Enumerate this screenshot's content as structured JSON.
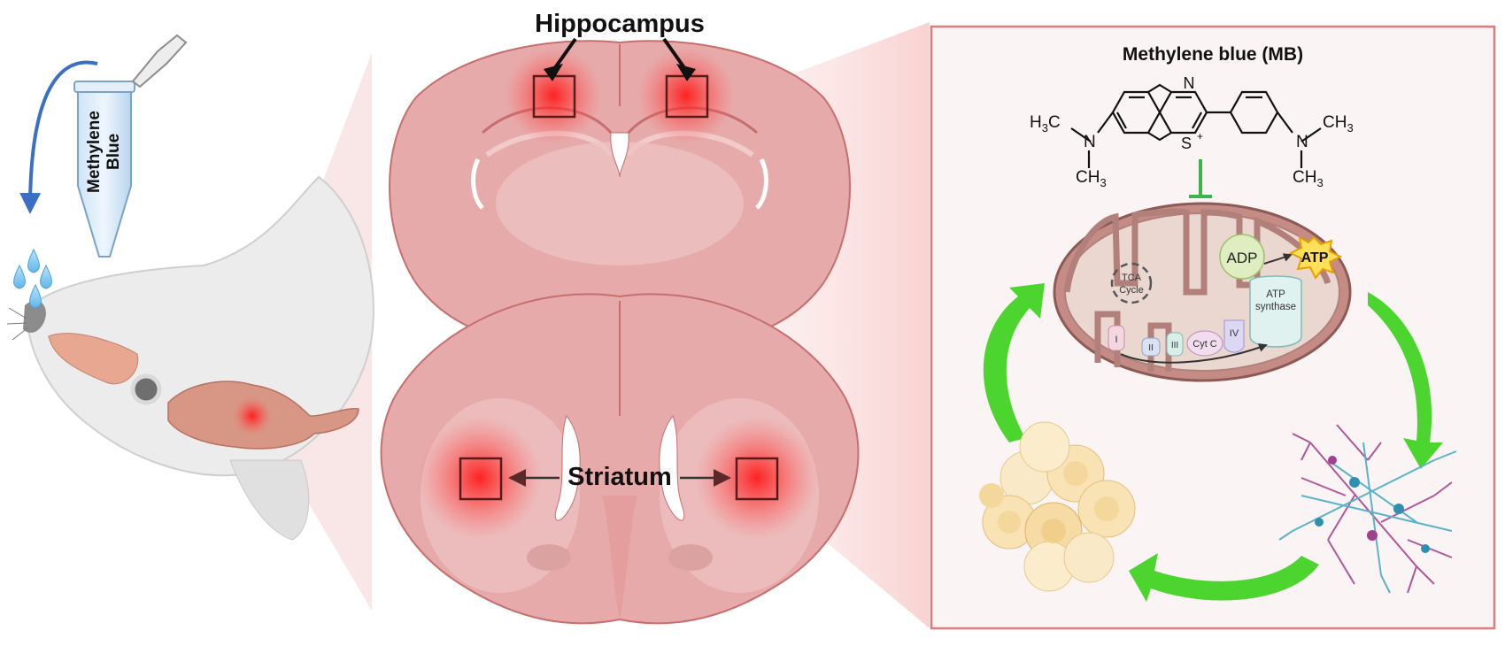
{
  "tube": {
    "label_line1": "Methylene",
    "label_line2": "Blue"
  },
  "brain": {
    "hippocampus_label": "Hippocampus",
    "striatum_label": "Striatum"
  },
  "panel": {
    "title": "Methylene blue (MB)",
    "molecule": {
      "ring_n": "N",
      "ring_s": "S",
      "ring_s_charge": "+",
      "left_group_top": "H",
      "left_group_top_sub": "3",
      "left_group_top_c": "C",
      "left_n": "N",
      "left_group_bottom_c": "CH",
      "left_group_bottom_sub": "3",
      "right_n": "N",
      "right_group_top": "CH",
      "right_group_top_sub": "3",
      "right_group_bottom": "CH",
      "right_group_bottom_sub": "3"
    },
    "mito": {
      "tca_line1": "TCA",
      "tca_line2": "Cycle",
      "adp": "ADP",
      "atp": "ATP",
      "atp_synthase_line1": "ATP",
      "atp_synthase_line2": "synthase",
      "complex_i": "I",
      "complex_ii": "II",
      "complex_iii": "III",
      "cyt_c": "Cyt C",
      "complex_iv": "IV"
    }
  },
  "colors": {
    "inhibit_green": "#3bb54a",
    "cycle_arrow_green": "#4cd42f",
    "panel_border": "#e07b7b",
    "highlight_red": "#e02020",
    "dropper_arrow_blue": "#3a6fc4"
  }
}
